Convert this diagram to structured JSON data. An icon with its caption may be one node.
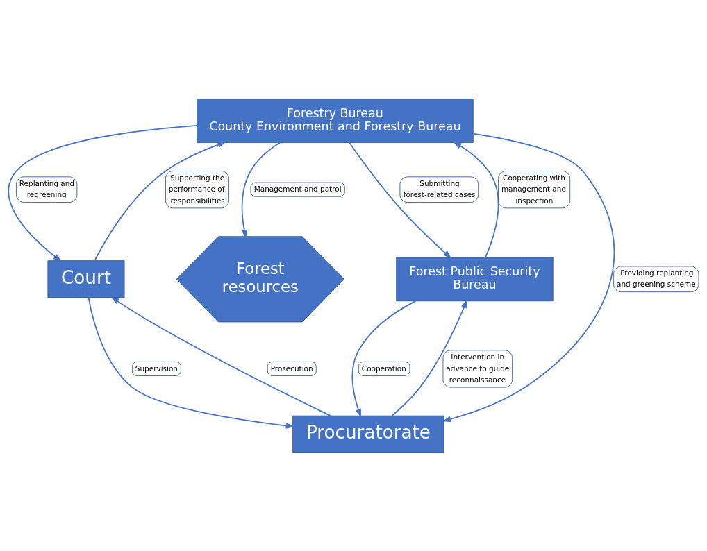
{
  "diagram": {
    "nodes": [
      {
        "text": [
          "Forestry Bureau",
          "County Environment and Forestry Bureau"
        ]
      },
      {
        "text": [
          "Court"
        ]
      },
      {
        "text": [
          "Forest resources"
        ]
      },
      {
        "text": [
          "Forest Public Security Bureau"
        ]
      },
      {
        "text": [
          "Procuratorate"
        ]
      }
    ],
    "edges": [
      {
        "from": 0,
        "to": 1,
        "arrow": "to",
        "label": "Replanting and regreening"
      },
      {
        "from": 1,
        "to": 0,
        "arrow": "to",
        "label": "Supporting the performance of responsibilities"
      },
      {
        "from": 0,
        "to": 3,
        "arrow": "to",
        "label": "Submitting forest-related cases"
      },
      {
        "from": 3,
        "to": 0,
        "arrow": "to",
        "label": "Cooperating with management and inspection"
      },
      {
        "from": 0,
        "to": 2,
        "arrow": "to",
        "label": "Management and patrol"
      },
      {
        "from": 0,
        "to": 4,
        "arrow": "to",
        "label": "Providing replanting and greening scheme"
      },
      {
        "from": 1,
        "to": 4,
        "arrow": "to",
        "label": "Supervision"
      },
      {
        "from": 4,
        "to": 1,
        "arrow": "to",
        "label": "Prosecution"
      },
      {
        "from": 3,
        "to": 4,
        "arrow": "to",
        "label": "Cooperation"
      },
      {
        "from": 4,
        "to": 3,
        "arrow": "to",
        "label": "Intervention in advance to guide reconnaissance"
      }
    ]
  }
}
